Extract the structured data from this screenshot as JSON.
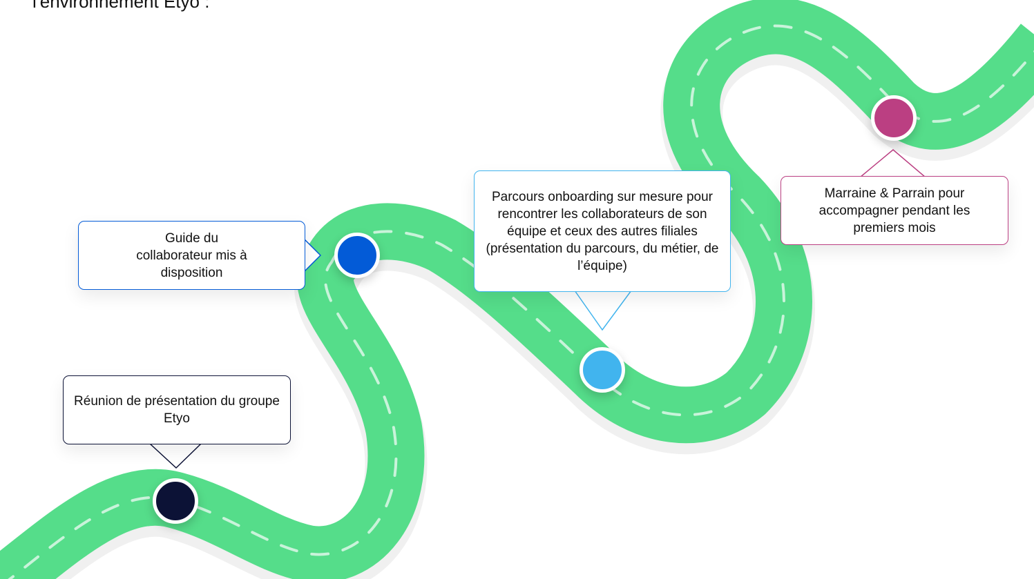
{
  "header": {
    "title_fragment": "l'environnement Etyo :"
  },
  "colors": {
    "road": "#55DD8A",
    "road_dash": "#C9F3DA",
    "dark_navy": "#0C1236",
    "blue": "#035BD7",
    "light_blue": "#41B4EE",
    "magenta": "#BB3F82"
  },
  "milestones": [
    {
      "id": "reunion",
      "text": "Réunion de présentation du groupe Etyo",
      "color": "#0C1236"
    },
    {
      "id": "guide",
      "text": "Guide du collaborateur mis à disposition",
      "color": "#035BD7"
    },
    {
      "id": "parcours",
      "text": "Parcours onboarding sur mesure pour rencontrer les collaborateurs de son équipe et ceux des autres filiales (présentation du parcours, du métier, de l’équipe)",
      "color": "#41B4EE"
    },
    {
      "id": "marraine",
      "text": "Marraine & Parrain pour accompagner pendant les premiers mois",
      "color": "#BB3F82"
    }
  ]
}
